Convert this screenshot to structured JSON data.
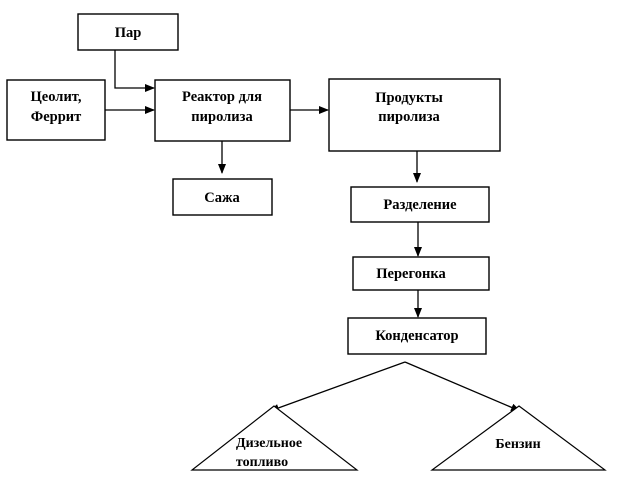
{
  "nodes": {
    "steam": {
      "label": "Пар"
    },
    "catalyst": {
      "line1": "Цеолит,",
      "line2": "Феррит"
    },
    "reactor": {
      "line1": "Реактор для",
      "line2": "пиролиза"
    },
    "products": {
      "line1": "Продукты",
      "line2": "пиролиза"
    },
    "soot": {
      "label": "Сажа"
    },
    "separation": {
      "label": "Разделение"
    },
    "distillation": {
      "label": "Перегонка"
    },
    "condenser": {
      "label": "Конденсатор"
    },
    "diesel": {
      "line1": "Дизельное",
      "line2": "топливо"
    },
    "gasoline": {
      "label": "Бензин"
    }
  },
  "colors": {
    "stroke": "#000000",
    "fill": "#ffffff",
    "text": "#000000"
  }
}
